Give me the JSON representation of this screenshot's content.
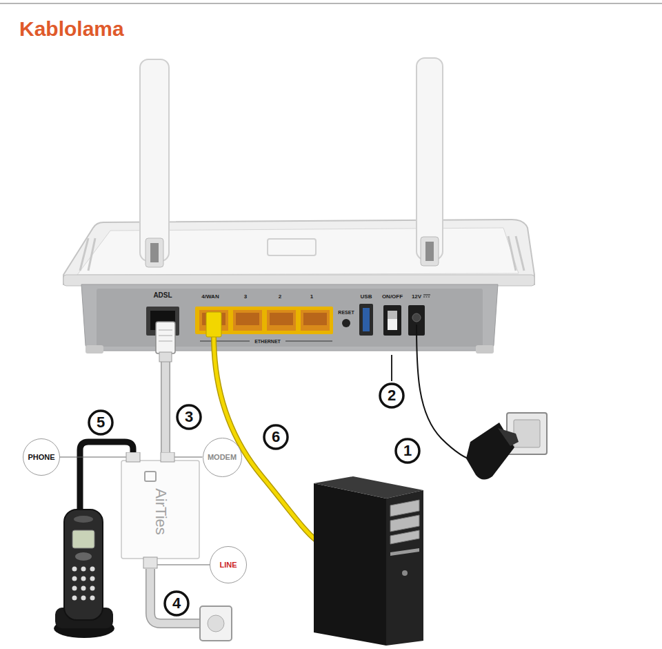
{
  "diagram": {
    "title": "Kablolama",
    "nodes": [
      {
        "text": [
          "PHONE"
        ]
      },
      {
        "text": [
          "MODEM"
        ]
      },
      {
        "text": [
          "AirTies"
        ]
      },
      {
        "text": [
          "LINE"
        ]
      }
    ],
    "edges": [
      {
        "from": 0,
        "to": 2,
        "arrow": "none"
      },
      {
        "from": 1,
        "to": 2,
        "arrow": "none"
      },
      {
        "from": 3,
        "to": 2,
        "arrow": "none"
      }
    ],
    "labels": [
      "ADSL",
      "4/WAN",
      "3",
      "2",
      "1",
      "RESET",
      "USB",
      "ON/OFF",
      "12V",
      "ETHERNET",
      "2",
      "3",
      "5",
      "6",
      "1",
      "4"
    ]
  }
}
